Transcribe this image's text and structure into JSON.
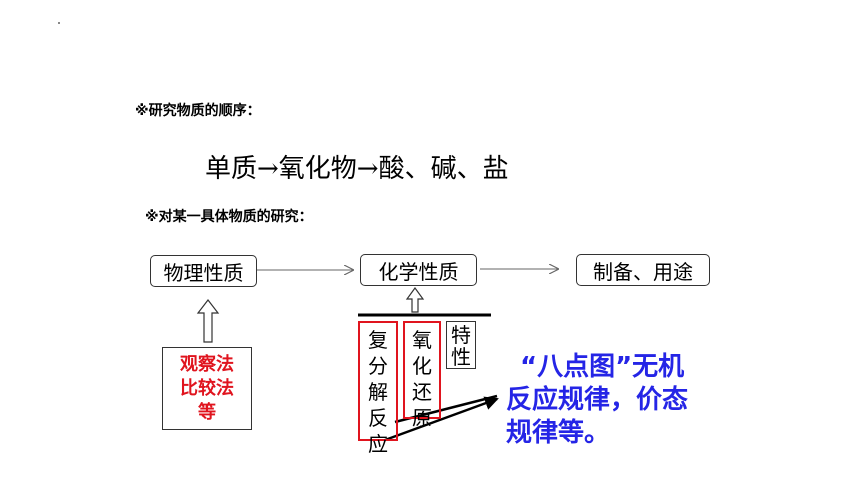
{
  "heading1": "※研究物质的顺序：",
  "sequence": "单质→氧化物→酸、碱、盐",
  "heading2": "※对某一具体物质的研究：",
  "boxes": {
    "physical": "物理性质",
    "chemical": "化学性质",
    "preparation": "制备、用途"
  },
  "methods": [
    "观察法",
    "比较法",
    "等"
  ],
  "columns": {
    "decomposition": [
      "复",
      "分",
      "解",
      "反",
      "应"
    ],
    "redox": [
      "氧",
      "化",
      "还",
      "原"
    ],
    "special": [
      "特",
      "性"
    ]
  },
  "blue_note": [
    "“八点图”无机",
    "反应规律，价态",
    "规律等。"
  ],
  "colors": {
    "red": "#e0141e",
    "blue": "#2525e6",
    "arrow": "#666666"
  }
}
